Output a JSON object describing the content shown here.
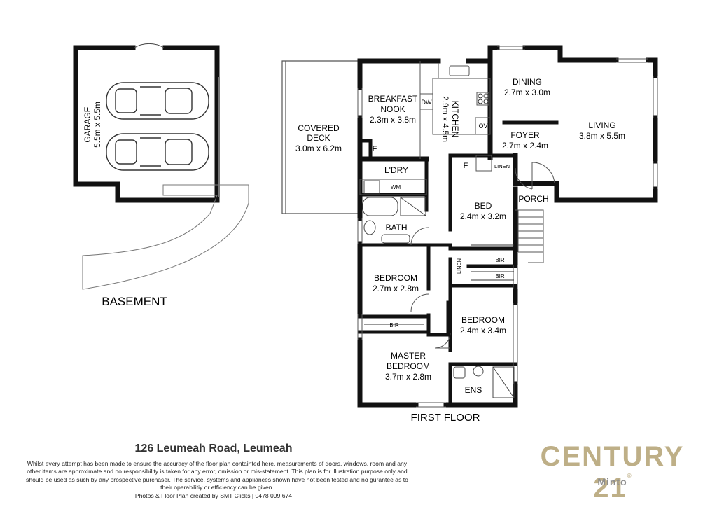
{
  "plan": {
    "basement_label": "BASEMENT",
    "first_floor_label": "FIRST FLOOR",
    "garage": {
      "name": "GARAGE",
      "size": "5.5m x 5.5m"
    },
    "covered_deck": {
      "name1": "COVERED",
      "name2": "DECK",
      "size": "3.0m x 6.2m"
    },
    "breakfast_nook": {
      "name1": "BREAKFAST",
      "name2": "NOOK",
      "size": "2.3m x 3.8m"
    },
    "kitchen": {
      "name": "KITCHEN",
      "size": "2.9m x 4.5m"
    },
    "dining": {
      "name": "DINING",
      "size": "2.7m x 3.0m"
    },
    "living": {
      "name": "LIVING",
      "size": "3.8m x 5.5m"
    },
    "foyer": {
      "name": "FOYER",
      "size": "2.7m x 2.4m"
    },
    "laundry": {
      "name": "L'DRY"
    },
    "bath": {
      "name": "BATH"
    },
    "bed": {
      "name": "BED",
      "size": "2.4m x 3.2m"
    },
    "porch": {
      "name": "PORCH"
    },
    "bedroom_left": {
      "name": "BEDROOM",
      "size": "2.7m x 2.8m"
    },
    "bedroom_right": {
      "name": "BEDROOM",
      "size": "2.4m x 3.4m"
    },
    "master": {
      "name1": "MASTER",
      "name2": "BEDROOM",
      "size": "3.7m x 2.8m"
    },
    "ensuite": {
      "name": "ENS"
    },
    "fixtures": {
      "dw": "DW",
      "ov": "OV",
      "wm": "WM",
      "fridge_a": "F",
      "fridge_b": "F",
      "linen_a": "LINEN",
      "linen_b": "LINEN",
      "bir_a": "BIR",
      "bir_b": "BIR",
      "bir_c": "BIR"
    }
  },
  "footer": {
    "address": "126 Leumeah Road, Leumeah",
    "disclaimer": "Whilst every attempt has been made to ensure the accuracy of the floor plan containted here, measurements of doors, windows, room and any other items are approximate and no responsibility is taken for any error, omission or mis-statement. This plan is for illustration purpose only and should be used as such by any prospective purchaser. The service, systems and appliances shown have not been tested and no gurantee as to their operabilitiy or efficiency can be given.",
    "credit": "Photos & Floor Plan created by SMT Clicks | 0478 099 674"
  },
  "brand": {
    "name": "CENTURY 21",
    "mark": "®",
    "office": "Minto",
    "color": "#beaf87"
  }
}
